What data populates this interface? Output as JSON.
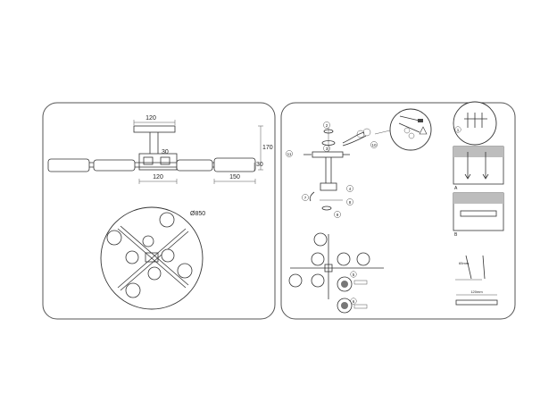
{
  "left_panel": {
    "dimensions": {
      "canopy_width": "120",
      "total_height": "170",
      "arm_offset": "30",
      "side_offset": "30",
      "body_width": "120",
      "shade_length": "150"
    },
    "diameter": "Ø850"
  },
  "right_panel": {
    "steps": [
      "1",
      "2",
      "3",
      "4",
      "5",
      "6",
      "7",
      "8",
      "9",
      "10",
      "11"
    ],
    "step_labels": {
      "step_a": "A",
      "step_b": "B"
    },
    "bracket_width": "120mm",
    "screw_length": "65mm"
  },
  "colors": {
    "line": "#333333",
    "background": "#ffffff",
    "hatch": "#bdbdbd"
  }
}
